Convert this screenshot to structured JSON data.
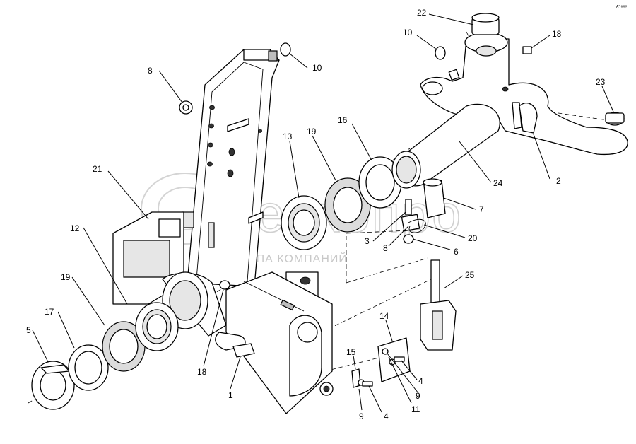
{
  "figure_code": "A° ###",
  "watermark": {
    "logo_text": "белкопро",
    "subtitle": "ГРУППА КОМПАНИЙ"
  },
  "callouts": [
    {
      "id": "c22",
      "label": "22"
    },
    {
      "id": "c10a",
      "label": "10"
    },
    {
      "id": "c18a",
      "label": "18"
    },
    {
      "id": "c8",
      "label": "8"
    },
    {
      "id": "c10b",
      "label": "10"
    },
    {
      "id": "c23",
      "label": "23"
    },
    {
      "id": "c16",
      "label": "16"
    },
    {
      "id": "c19a",
      "label": "19"
    },
    {
      "id": "c13",
      "label": "13"
    },
    {
      "id": "c21",
      "label": "21"
    },
    {
      "id": "c24",
      "label": "24"
    },
    {
      "id": "c2",
      "label": "2"
    },
    {
      "id": "c7",
      "label": "7"
    },
    {
      "id": "c12",
      "label": "12"
    },
    {
      "id": "c3",
      "label": "3"
    },
    {
      "id": "c8b",
      "label": "8"
    },
    {
      "id": "c20",
      "label": "20"
    },
    {
      "id": "c6",
      "label": "6"
    },
    {
      "id": "c25",
      "label": "25"
    },
    {
      "id": "c19b",
      "label": "19"
    },
    {
      "id": "c17",
      "label": "17"
    },
    {
      "id": "c14",
      "label": "14"
    },
    {
      "id": "c5",
      "label": "5"
    },
    {
      "id": "c15",
      "label": "15"
    },
    {
      "id": "c4a",
      "label": "4"
    },
    {
      "id": "c18b",
      "label": "18"
    },
    {
      "id": "c1",
      "label": "1"
    },
    {
      "id": "c9a",
      "label": "9"
    },
    {
      "id": "c11",
      "label": "11"
    },
    {
      "id": "c9b",
      "label": "9"
    },
    {
      "id": "c4b",
      "label": "4"
    }
  ]
}
